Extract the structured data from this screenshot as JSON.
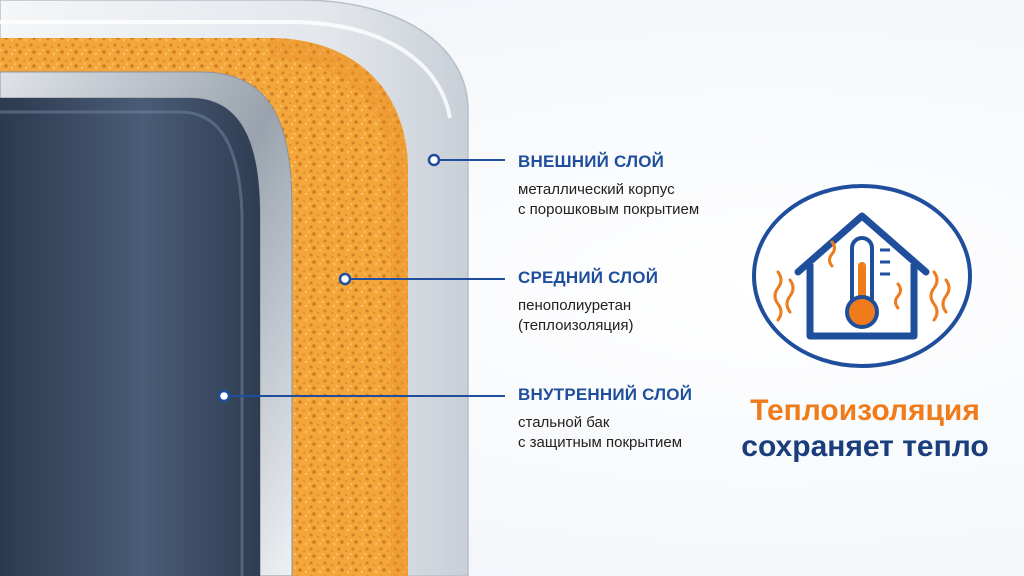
{
  "colors": {
    "accent_blue": "#1f4f9c",
    "accent_orange": "#f07b1a",
    "dark_navy": "#1a3d7c",
    "foam": "#f3a63a",
    "tank": "#3f5068",
    "shell": "#e9ecf0"
  },
  "layers": [
    {
      "title": "ВНЕШНИЙ СЛОЙ",
      "desc_line1": "металлический корпус",
      "desc_line2": "с порошковым покрытием"
    },
    {
      "title": "СРЕДНИЙ СЛОЙ",
      "desc_line1": "пенополиуретан",
      "desc_line2": "(теплоизоляция)"
    },
    {
      "title": "ВНУТРЕННИЙ СЛОЙ",
      "desc_line1": "стальной бак",
      "desc_line2": "с защитным покрытием"
    }
  ],
  "icons": {
    "badge": "house-thermometer-icon",
    "heat": "heat-waves-icon"
  },
  "headline": {
    "line1": "Теплоизоляция",
    "line2": "сохраняет тепло"
  }
}
